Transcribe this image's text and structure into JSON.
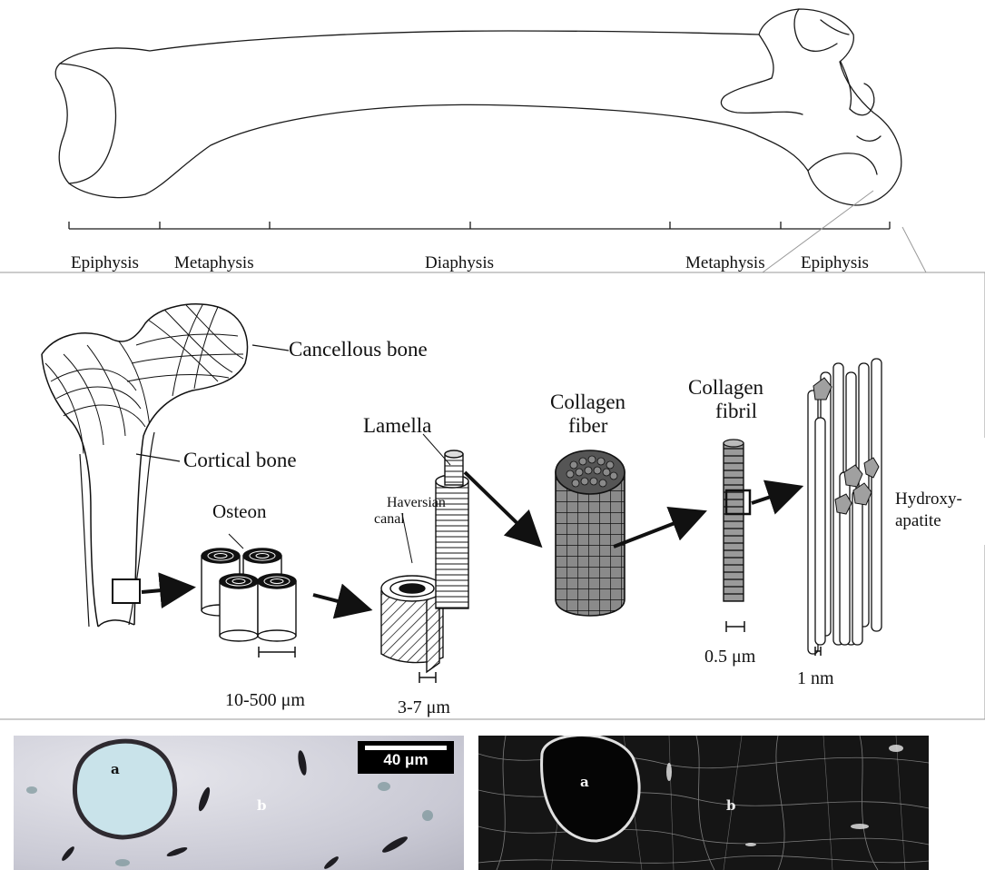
{
  "bone_regions": [
    "Epiphysis",
    "Metaphysis",
    "Diaphysis",
    "Metaphysis",
    "Epiphysis"
  ],
  "hierarchy": {
    "cancellous": "Cancellous bone",
    "cortical": "Cortical bone",
    "osteon": "Osteon",
    "osteon_scale": "10-500 μm",
    "haversian_line1": "Haversian",
    "haversian_line2": "canal",
    "lamella": "Lamella",
    "lamella_scale": "3-7 μm",
    "fiber_line1": "Collagen",
    "fiber_line2": "fiber",
    "fibril_line1": "Collagen",
    "fibril_line2": "fibril",
    "fibril_scale": "0.5 μm",
    "ha_line1": "Hydroxy-",
    "ha_line2": "apatite",
    "ha_scale": "1 nm"
  },
  "micrographs": {
    "left": {
      "label_a": "a",
      "label_b": "b",
      "scalebar": "40 μm"
    },
    "right": {
      "label_a": "a",
      "label_b": "b"
    }
  }
}
